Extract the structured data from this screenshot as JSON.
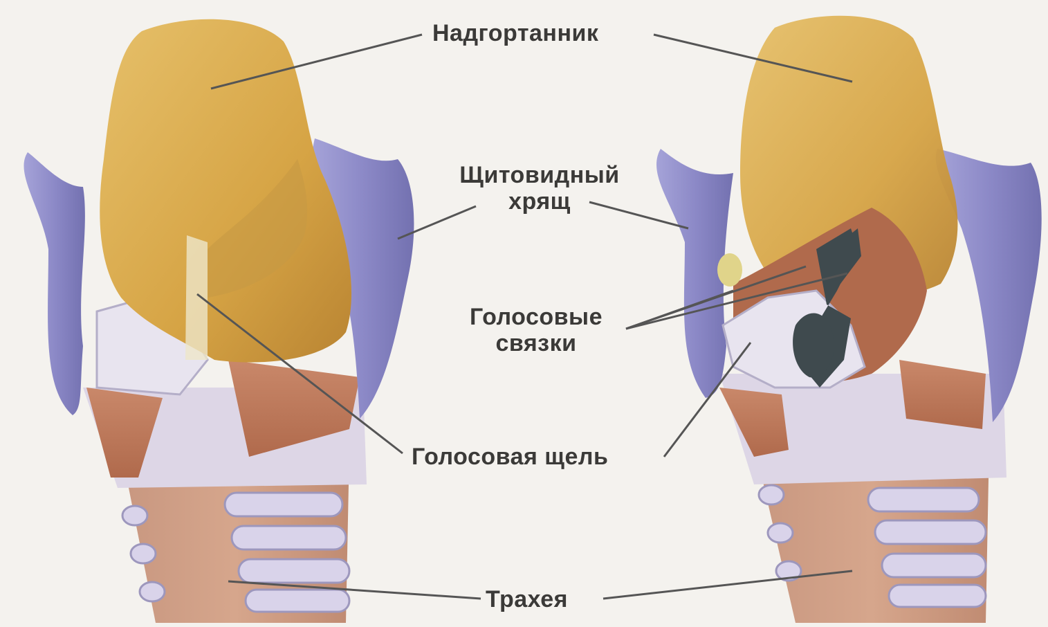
{
  "labels": {
    "epiglottis": "Надгортанник",
    "thyroid_line1": "Щитовидный",
    "thyroid_line2": "хрящ",
    "vocal_cords_line1": "Голосовые",
    "vocal_cords_line2": "связки",
    "glottis": "Голосовая щель",
    "trachea": "Трахея"
  },
  "colors": {
    "background": "#f4f2ee",
    "epiglottis": "#d9a94a",
    "thyroid_cartilage": "#8e8cc6",
    "muscle": "#c07a5c",
    "cartilage_light": "#d8d2e4",
    "glottis_dark": "#3f4a4e",
    "leader_line": "#555555"
  }
}
